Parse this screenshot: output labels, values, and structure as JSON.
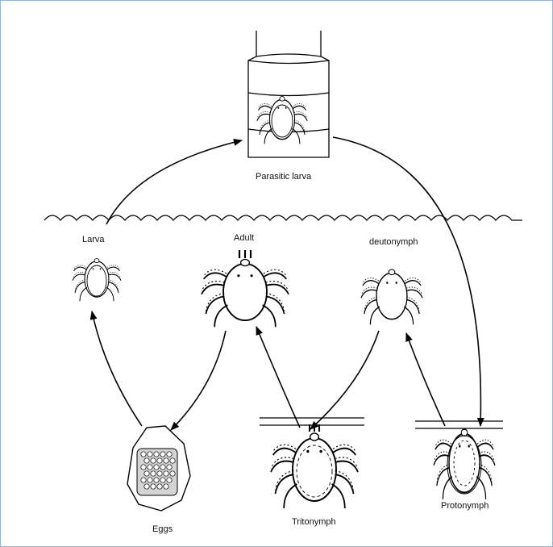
{
  "labels": {
    "parasitic_larva": "Parasitic larva",
    "larva": "Larva",
    "adult": "Adult",
    "deutonymph": "deutonymph",
    "eggs": "Eggs",
    "tritonymph": "Tritonymph",
    "protonymph": "Protonymph"
  }
}
